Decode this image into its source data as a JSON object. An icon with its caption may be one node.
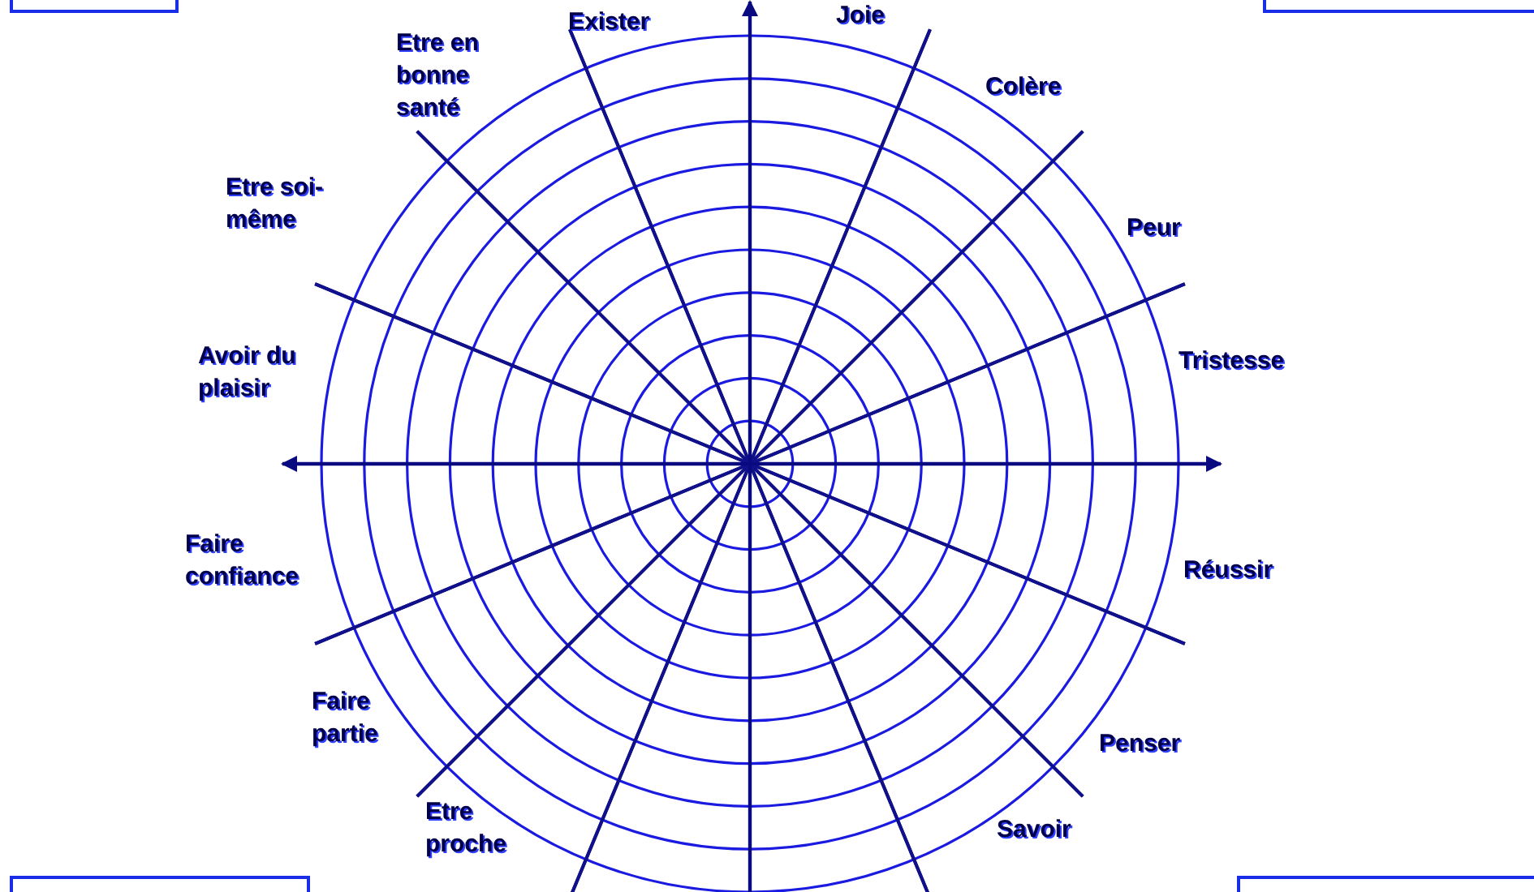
{
  "diagram": {
    "labels": [
      "Joie",
      "Colère",
      "Peur",
      "Tristesse",
      "Réussir",
      "Penser",
      "Savoir",
      "Etre proche",
      "Faire partie",
      "Faire confiance",
      "Avoir du plaisir",
      "Etre soi-même",
      "Etre en bonne santé",
      "Exister"
    ]
  }
}
